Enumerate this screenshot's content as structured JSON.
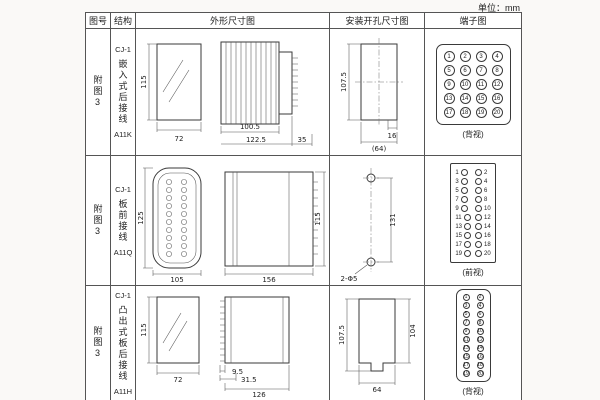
{
  "unit": "单位：mm",
  "headers": {
    "fig": "图号",
    "struct": "结构",
    "outline": "外形尺寸图",
    "mount": "安装开孔尺寸图",
    "terminal": "端子图"
  },
  "rows": [
    {
      "fig": "附图3",
      "model": "CJ-1",
      "struct": "嵌入式后接线",
      "code": "A11K",
      "outline": {
        "front_h": "115",
        "front_w": "72",
        "body_l": "100.5",
        "total_l": "122.5",
        "rear_d": "35"
      },
      "mount": {
        "cut_h": "107.5",
        "offset": "16",
        "width_ref": "(64)"
      },
      "terminal": {
        "view": "(背视)"
      }
    },
    {
      "fig": "附图3",
      "model": "CJ-1",
      "struct": "板前接线",
      "code": "A11Q",
      "outline": {
        "front_h": "125",
        "front_w": "105",
        "side_l": "156",
        "side_h": "115"
      },
      "mount": {
        "spacing": "131",
        "holes": "2-Φ5"
      },
      "terminal": {
        "view": "(前视)"
      }
    },
    {
      "fig": "附图3",
      "model": "CJ-1",
      "struct": "凸出式板后接线",
      "code": "A11H",
      "outline": {
        "front_h": "115",
        "front_w": "72",
        "stud_l": "9.5",
        "step_l": "31.5",
        "body_l": "126"
      },
      "mount": {
        "h_left": "107.5",
        "h_right": "104",
        "width": "64"
      },
      "terminal": {
        "view": "(背视)"
      }
    }
  ],
  "terminals": {
    "t1": {
      "cols": 4,
      "style": "inside",
      "numbers": [
        1,
        2,
        3,
        4,
        5,
        6,
        7,
        8,
        9,
        10,
        11,
        12,
        13,
        14,
        15,
        16,
        17,
        18,
        19,
        20
      ]
    },
    "t2": {
      "cols": 2,
      "style": "beside",
      "numbers": [
        1,
        2,
        3,
        4,
        5,
        6,
        7,
        8,
        9,
        10,
        11,
        12,
        13,
        14,
        15,
        16,
        17,
        18,
        19,
        20
      ]
    },
    "t3": {
      "cols": 2,
      "style": "inside",
      "numbers": [
        1,
        2,
        3,
        4,
        5,
        6,
        7,
        8,
        9,
        10,
        11,
        12,
        13,
        14,
        15,
        16,
        17,
        18,
        19,
        20
      ]
    }
  }
}
